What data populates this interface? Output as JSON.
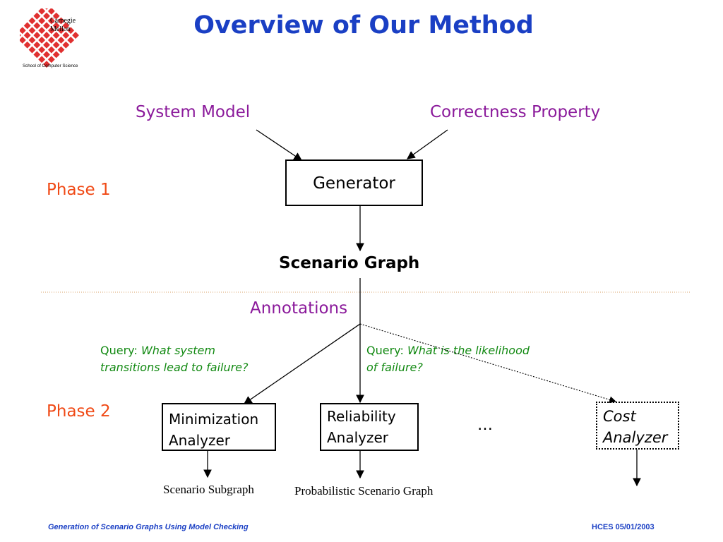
{
  "title": "Overview of Our Method",
  "logo": {
    "line1": "Carnegie",
    "line2": "Mellon",
    "caption": "School of Computer Science",
    "icon": "cmu-grid-logo"
  },
  "inputs": {
    "system_model": "System Model",
    "correctness_property": "Correctness Property"
  },
  "phases": {
    "phase1": "Phase 1",
    "phase2": "Phase 2"
  },
  "generator": "Generator",
  "scenario_graph": "Scenario Graph",
  "annotations": "Annotations",
  "queries": {
    "q1_prefix": "Query: ",
    "q1_line1": "What system",
    "q1_line2": "transitions lead to failure?",
    "q2_prefix": "Query: ",
    "q2_line1": "What is the likelihood",
    "q2_line2": "of failure?"
  },
  "analyzers": {
    "minimization_line1": "Minimization",
    "minimization_line2": "Analyzer",
    "reliability_line1": "Reliability",
    "reliability_line2": "Analyzer",
    "cost_line1": "Cost",
    "cost_line2": "Analyzer",
    "ellipsis": "…"
  },
  "outputs": {
    "scenario_subgraph": "Scenario Subgraph",
    "probabilistic_scenario_graph": "Probabilistic Scenario Graph"
  },
  "footer": {
    "left": "Generation of Scenario Graphs Using Model Checking",
    "right": "HCES 05/01/2003"
  },
  "colors": {
    "title_blue": "#1a3fc4",
    "input_purple": "#8b1a9b",
    "phase_orange": "#f04a16",
    "query_green": "#138a13",
    "logo_red": "#e03030"
  }
}
